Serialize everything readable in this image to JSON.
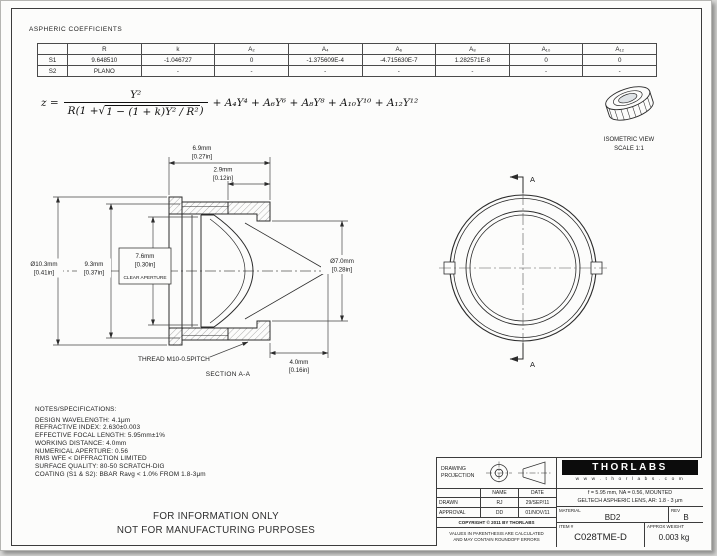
{
  "doc_title": "ASPHERIC COEFFICIENTS",
  "coeff_table": {
    "headers": [
      "",
      "R",
      "k",
      "A₂",
      "A₄",
      "A₆",
      "A₈",
      "A₁₀",
      "A₁₂"
    ],
    "rows": [
      [
        "S1",
        "9.648510",
        "-1.046727",
        "0",
        "-1.375609E-4",
        "-4.715630E-7",
        "1.282571E-8",
        "0",
        "0"
      ],
      [
        "S2",
        "PLANO",
        "-",
        "-",
        "-",
        "-",
        "-",
        "-",
        "-"
      ]
    ]
  },
  "formula": {
    "lhs": "z =",
    "numerator": "Y²",
    "den_pre": "R(1 + ",
    "den_sqrt": "√",
    "den_rad": "1 − (1 + k)Y² / R²",
    "den_post": ")",
    "tail": "+ A₄Y⁴ + A₆Y⁶ + A₈Y⁸ + A₁₀Y¹⁰ + A₁₂Y¹²"
  },
  "isometric": {
    "line1": "ISOMETRIC VIEW",
    "line2": "SCALE 1:1"
  },
  "dims": {
    "od": {
      "mm": "Ø10.3mm",
      "in": "[0.41in]"
    },
    "body": {
      "mm": "9.3mm",
      "in": "[0.37in]"
    },
    "ca": {
      "mm": "7.6mm",
      "in": "[0.30in]",
      "label": "CLEAR APERTURE"
    },
    "length": {
      "mm": "6.9mm",
      "in": "[0.27in]"
    },
    "front": {
      "mm": "2.9mm",
      "in": "[0.12in]"
    },
    "exit": {
      "mm": "Ø7.0mm",
      "in": "[0.28in]"
    },
    "wd": {
      "mm": "4.0mm",
      "in": "[0.16in]"
    },
    "thread": "THREAD M10-0.5PITCH",
    "section": "SECTION A-A",
    "a": "A"
  },
  "notes": {
    "title": "NOTES/SPECIFICATIONS:",
    "lines": [
      "DESIGN WAVELENGTH: 4.1μm",
      "REFRACTIVE INDEX: 2.630±0.003",
      "EFFECTIVE FOCAL LENGTH: 5.95mm±1%",
      "WORKING DISTANCE: 4.0mm",
      "NUMERICAL APERTURE: 0.56",
      "RMS WFE < DIFFRACTION LIMITED",
      "SURFACE QUALITY: 80-50 SCRATCH-DIG",
      "COATING (S1 & S2): BBAR Ravg < 1.0% FROM 1.8-3μm"
    ]
  },
  "disclaimer": {
    "line1": "FOR INFORMATION ONLY",
    "line2": "NOT FOR MANUFACTURING PURPOSES"
  },
  "titleblock": {
    "projection_label1": "DRAWING",
    "projection_label2": "PROJECTION",
    "logo": "THORLABS",
    "url": "w w w . t h o r l a b s . c o m",
    "desc1": "f = 5.95 mm, NA = 0.56, MOUNTED",
    "desc2": "GELTECH ASPHERIC LENS, AR: 1.8 - 3 μm",
    "name_header": "NAME",
    "date_header": "DATE",
    "drawn_label": "DRAWN",
    "drawn_name": "RJ",
    "drawn_date": "29/SEP/11",
    "approval_label": "APPROVAL",
    "approval_name": "DD",
    "approval_date": "01/NOV/11",
    "copyright": "COPYRIGHT © 2011 BY THORLABS",
    "values_note1": "VALUES IN PARENTHESIS ARE CALCULATED",
    "values_note2": "AND MAY CONTAIN ROUNDOFF ERRORS",
    "material_label": "MATERIAL",
    "material": "BD2",
    "rev_label": "REV",
    "rev": "B",
    "item_label": "ITEM #",
    "item": "C028TME-D",
    "weight_label": "APPROX WEIGHT",
    "weight": "0.003 kg"
  }
}
